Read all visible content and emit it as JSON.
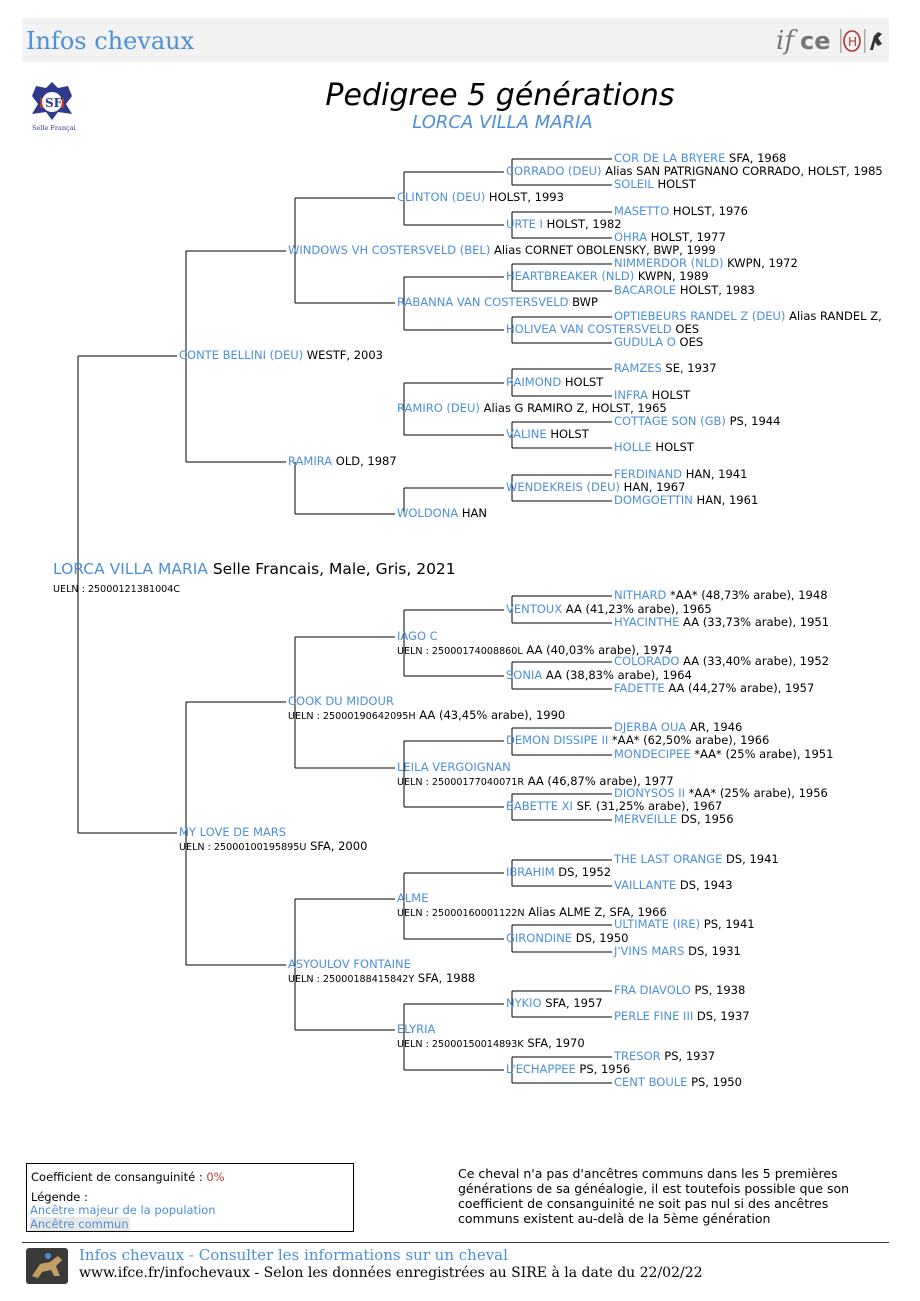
{
  "header": {
    "brand": "Infos chevaux",
    "logo_text": "ifce",
    "logo_icon": "ifce-logo-icon"
  },
  "sf_logo": {
    "text": "SF",
    "caption": "Selle Français"
  },
  "title": "Pedigree 5 générations",
  "subtitle": "LORCA VILLA MARIA",
  "subject": {
    "name": "LORCA VILLA MARIA",
    "info": "Selle Francais, Male, Gris, 2021",
    "ueln": "UELN : 25000121381004C"
  },
  "pedigree": [
    {
      "id": "s",
      "name": "CONTE BELLINI (DEU)",
      "info": "WESTF, 2003"
    },
    {
      "id": "d",
      "name": "MY LOVE DE MARS",
      "info": "SFA, 2000",
      "ueln": "UELN : 25000100195895U"
    },
    {
      "id": "ss",
      "name": "WINDOWS VH COSTERSVELD (BEL)",
      "info": "Alias CORNET OBOLENSKY, BWP, 1999"
    },
    {
      "id": "sd",
      "name": "RAMIRA",
      "info": "OLD, 1987"
    },
    {
      "id": "ds",
      "name": "COOK DU MIDOUR",
      "info": "AA (43,45% arabe), 1990",
      "ueln": "UELN : 25000190642095H"
    },
    {
      "id": "dd",
      "name": "ASYOULOV FONTAINE",
      "info": "SFA, 1988",
      "ueln": "UELN : 25000188415842Y"
    },
    {
      "id": "sss",
      "name": "CLINTON (DEU)",
      "info": "HOLST, 1993"
    },
    {
      "id": "ssd",
      "name": "RABANNA VAN COSTERSVELD",
      "info": "BWP"
    },
    {
      "id": "sds",
      "name": "RAMIRO (DEU)",
      "info": "Alias G RAMIRO Z, HOLST, 1965"
    },
    {
      "id": "sdd",
      "name": "WOLDONA",
      "info": "HAN"
    },
    {
      "id": "dss",
      "name": "IAGO C",
      "info": "AA (40,03% arabe), 1974",
      "ueln": "UELN : 25000174008860L"
    },
    {
      "id": "dsd",
      "name": "LEILA VERGOIGNAN",
      "info": "AA (46,87% arabe), 1977",
      "ueln": "UELN : 25000177040071R"
    },
    {
      "id": "dds",
      "name": "ALME",
      "info": "Alias ALME Z, SFA, 1966",
      "ueln": "UELN : 25000160001122N"
    },
    {
      "id": "ddd",
      "name": "ELYRIA",
      "info": "SFA, 1970",
      "ueln": "UELN : 25000150014893K"
    },
    {
      "id": "ssss",
      "name": "CORRADO (DEU)",
      "info": "Alias SAN PATRIGNANO CORRADO, HOLST, 1985"
    },
    {
      "id": "sssd",
      "name": "URTE I",
      "info": "HOLST, 1982"
    },
    {
      "id": "ssds",
      "name": "HEARTBREAKER (NLD)",
      "info": "KWPN, 1989"
    },
    {
      "id": "ssdd",
      "name": "HOLIVEA VAN COSTERSVELD",
      "info": "OES"
    },
    {
      "id": "sdss",
      "name": "RAIMOND",
      "info": "HOLST"
    },
    {
      "id": "sdsd",
      "name": "VALINE",
      "info": "HOLST"
    },
    {
      "id": "sdds",
      "name": "WENDEKREIS (DEU)",
      "info": "HAN, 1967"
    },
    {
      "id": "dsss",
      "name": "VENTOUX",
      "info": "AA (41,23% arabe), 1965"
    },
    {
      "id": "dssd",
      "name": "SONIA",
      "info": "AA (38,83% arabe), 1964"
    },
    {
      "id": "dsds",
      "name": "DEMON DISSIPE II",
      "info": "*AA* (62,50% arabe), 1966"
    },
    {
      "id": "dsdd",
      "name": "BABETTE XI",
      "info": "SF. (31,25% arabe), 1967"
    },
    {
      "id": "ddss",
      "name": "IBRAHIM",
      "info": "DS, 1952"
    },
    {
      "id": "ddsd",
      "name": "GIRONDINE",
      "info": "DS, 1950"
    },
    {
      "id": "ddds",
      "name": "NYKIO",
      "info": "SFA, 1957"
    },
    {
      "id": "dddd",
      "name": "L'ECHAPPEE",
      "info": "PS, 1956"
    },
    {
      "id": "sssss",
      "name": "COR DE LA BRYERE",
      "info": "SFA, 1968"
    },
    {
      "id": "ssssd",
      "name": "SOLEIL",
      "info": "HOLST"
    },
    {
      "id": "sssds",
      "name": "MASETTO",
      "info": "HOLST, 1976"
    },
    {
      "id": "sssdd",
      "name": "OHRA",
      "info": "HOLST, 1977"
    },
    {
      "id": "ssdss",
      "name": "NIMMERDOR (NLD)",
      "info": "KWPN, 1972"
    },
    {
      "id": "ssdsd",
      "name": "BACAROLE",
      "info": "HOLST, 1983"
    },
    {
      "id": "ssdds",
      "name": "OPTIEBEURS RANDEL Z (DEU)",
      "info": "Alias RANDEL Z,"
    },
    {
      "id": "ssddd",
      "name": "GUDULA O",
      "info": "OES"
    },
    {
      "id": "sdsss",
      "name": "RAMZES",
      "info": "SE, 1937"
    },
    {
      "id": "sdssd",
      "name": "INFRA",
      "info": "HOLST"
    },
    {
      "id": "sdsds",
      "name": "COTTAGE SON (GB)",
      "info": "PS, 1944"
    },
    {
      "id": "sdsdd",
      "name": "HOLLE",
      "info": "HOLST"
    },
    {
      "id": "sddss",
      "name": "FERDINAND",
      "info": "HAN, 1941"
    },
    {
      "id": "sddsd",
      "name": "DOMGOETTIN",
      "info": "HAN, 1961"
    },
    {
      "id": "dssss",
      "name": "NITHARD",
      "info": "*AA* (48,73% arabe), 1948"
    },
    {
      "id": "ds_sd",
      "name": "HYACINTHE",
      "info": "AA (33,73% arabe), 1951"
    },
    {
      "id": "dssds",
      "name": "COLORADO",
      "info": "AA (33,40% arabe), 1952"
    },
    {
      "id": "dssdd",
      "name": "FADETTE",
      "info": "AA (44,27% arabe), 1957"
    },
    {
      "id": "dsdss",
      "name": "DJERBA OUA",
      "info": "AR, 1946"
    },
    {
      "id": "dsdsd",
      "name": "MONDECIPEE",
      "info": "*AA* (25% arabe), 1951"
    },
    {
      "id": "dsdds",
      "name": "DIONYSOS II",
      "info": "*AA* (25% arabe), 1956"
    },
    {
      "id": "dsddd",
      "name": "MERVEILLE",
      "info": "DS, 1956"
    },
    {
      "id": "ddsss",
      "name": "THE LAST ORANGE",
      "info": "DS, 1941"
    },
    {
      "id": "ddssd",
      "name": "VAILLANTE",
      "info": "DS, 1943"
    },
    {
      "id": "ddsds",
      "name": "ULTIMATE (IRE)",
      "info": "PS, 1941"
    },
    {
      "id": "ddsdd",
      "name": "J'VINS MARS",
      "info": "DS, 1931"
    },
    {
      "id": "dddss",
      "name": "FRA DIAVOLO",
      "info": "PS, 1938"
    },
    {
      "id": "dddsd",
      "name": "PERLE FINE III",
      "info": "DS, 1937"
    },
    {
      "id": "dddds",
      "name": "TRESOR",
      "info": "PS, 1937"
    },
    {
      "id": "ddddd",
      "name": "CENT BOULE",
      "info": "PS, 1950"
    }
  ],
  "legend": {
    "coef_label": "Coefficient de consanguinité : ",
    "coef_value": "0%",
    "legend_label": "Légende :",
    "major": "Ancêtre majeur de la population",
    "common": "Ancêtre commun"
  },
  "note": "Ce cheval n'a pas d'ancêtres communs dans les 5 premières générations de sa généalogie, il est toutefois possible que son coefficient de consanguinité ne soit pas nul si des ancêtres communs existent au-delà de la 5ème génération",
  "footer": {
    "title": "Infos chevaux - Consulter les informations sur un cheval",
    "subtitle": "www.ifce.fr/infochevaux - Selon les données enregistrées au SIRE à la date du 22/02/22"
  }
}
